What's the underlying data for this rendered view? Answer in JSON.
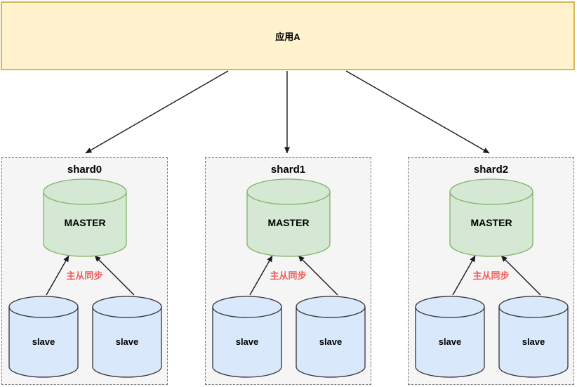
{
  "app": {
    "label": "应用A"
  },
  "shards": [
    {
      "label": "shard0",
      "master_label": "MASTER",
      "sync_label": "主从同步",
      "slaves": [
        "slave",
        "slave"
      ]
    },
    {
      "label": "shard1",
      "master_label": "MASTER",
      "sync_label": "主从同步",
      "slaves": [
        "slave",
        "slave"
      ]
    },
    {
      "label": "shard2",
      "master_label": "MASTER",
      "sync_label": "主从同步",
      "slaves": [
        "slave",
        "slave"
      ]
    }
  ],
  "colors": {
    "app_fill": "#FFF2CC",
    "app_border": "#D6B656",
    "shard_fill": "#F5F5F5",
    "shard_border": "#7A7A7A",
    "master_fill": "#D5E8D4",
    "master_stroke": "#82B366",
    "slave_fill": "#DAE8FC",
    "slave_stroke": "#333333",
    "arrow": "#1A1A1A",
    "sync_text": "#F25C5C"
  }
}
